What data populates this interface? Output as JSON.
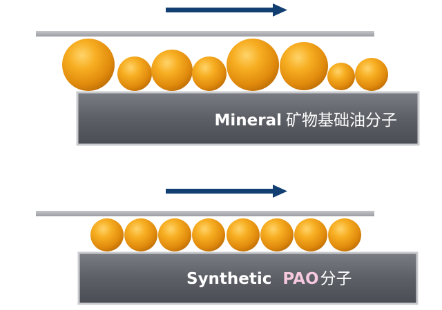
{
  "panels": [
    {
      "id": "mineral",
      "label_main": "Mineral",
      "label_suffix": "矿物基础油分子",
      "molecule_sizes": [
        "large",
        "small",
        "medium",
        "small",
        "large",
        "medium",
        "small",
        "small"
      ]
    },
    {
      "id": "synthetic",
      "label_main": "Synthetic",
      "label_highlight": "PAO",
      "label_suffix": "分子",
      "molecule_sizes": [
        "uniform",
        "uniform",
        "uniform",
        "uniform",
        "uniform",
        "uniform",
        "uniform",
        "uniform"
      ]
    }
  ],
  "colors": {
    "arrow": "#123f72",
    "top_plate": "#a9abb0",
    "bottom_plate": "#5a5d63",
    "label_text": "#ffffff",
    "pao_highlight": "#f7c9df",
    "molecule": "#f0a11a"
  }
}
